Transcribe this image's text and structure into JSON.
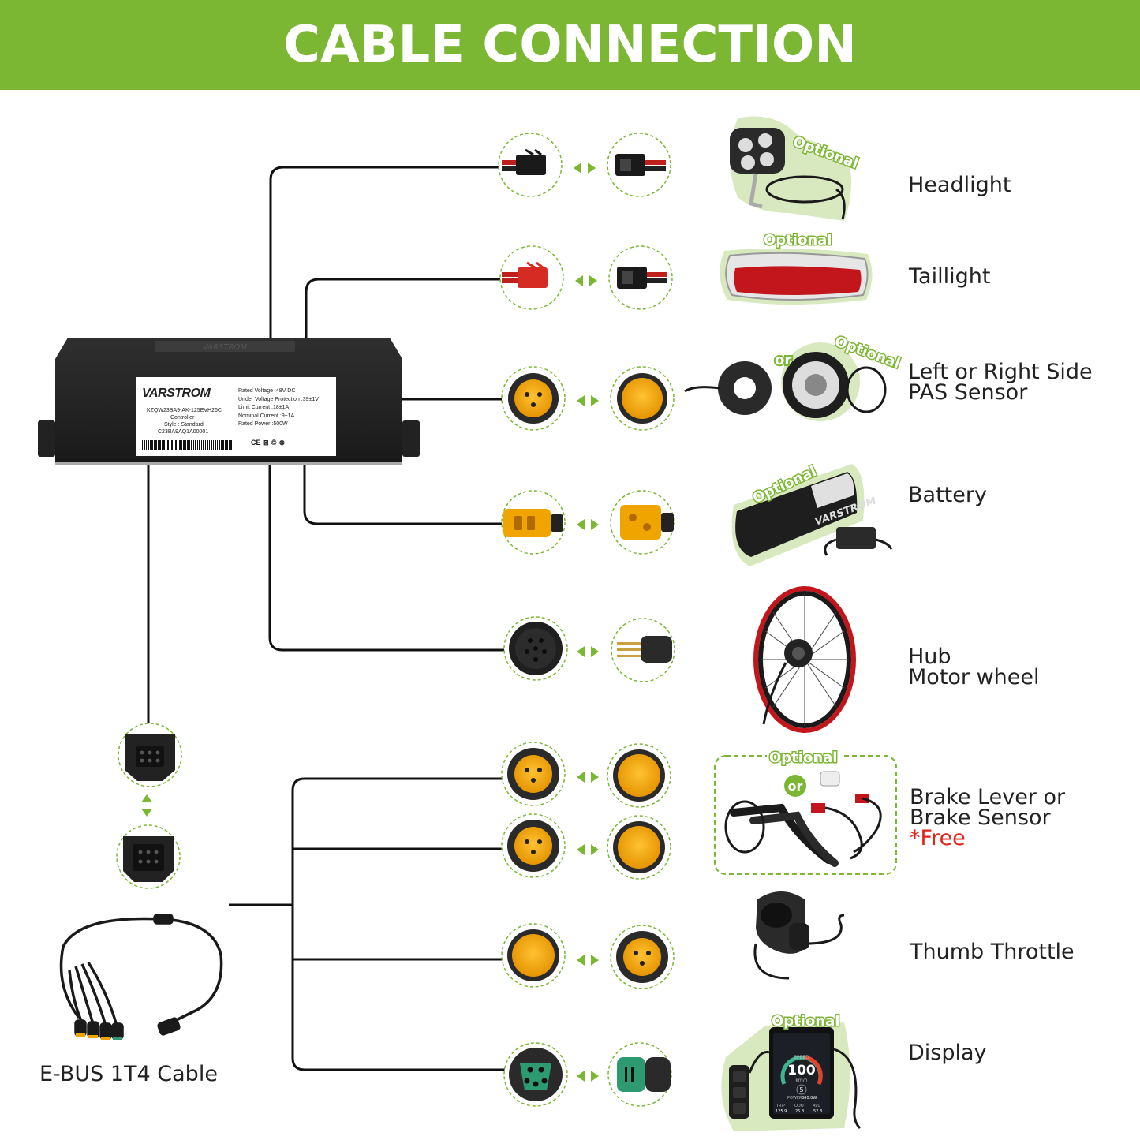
{
  "title": "CABLE CONNECTION",
  "controller": {
    "brand": "VARSTROM",
    "model": "KZQW23BA9-AK-125EVH26C",
    "type": "Controller",
    "style": "Style : Standard",
    "serial": "C23BA9AQ1A00001",
    "specs": [
      "Rated Voltage :48V DC",
      "Under Voltage Protection :39±1V",
      "Limit Current :18±1A",
      "Nominal Current :9±1A",
      "Rated Power :500W"
    ],
    "marks": "CE ⊠ ♲ ⊗",
    "top_text": "VARSTROM"
  },
  "components": [
    {
      "label_lines": [
        "Headlight"
      ],
      "badge": "Optional"
    },
    {
      "label_lines": [
        "Taillight"
      ],
      "badge": "Optional"
    },
    {
      "label_lines": [
        "Left or Right Side",
        "PAS Sensor"
      ],
      "badge": "Optional",
      "or": "or"
    },
    {
      "label_lines": [
        "Battery"
      ],
      "badge": "Optional",
      "battery_brand": "VARSTROM"
    },
    {
      "label_lines": [
        "Hub",
        "Motor wheel"
      ]
    },
    {
      "label_lines": [
        "Brake Lever or",
        "Brake Sensor"
      ],
      "note": "*Free",
      "badge": "Optional",
      "or": "or"
    },
    {
      "label_lines": [
        "Thumb Throttle"
      ]
    },
    {
      "label_lines": [
        "Display"
      ],
      "badge": "Optional",
      "display": {
        "speed_label": "SPEED",
        "speed": "100",
        "unit": "km/h",
        "gear": "5",
        "power_label": "POWER",
        "power": "300.0W",
        "trip_label": "TRIP",
        "trip": "125.9",
        "odo_label": "ODO",
        "odo": "25.3",
        "avg_label": "AVG",
        "avg": "52.8"
      }
    }
  ],
  "cable_label": "E-BUS 1T4 Cable",
  "colors": {
    "header_green": "#7cb733",
    "connector_yellow": "#f0a400",
    "dashed_green": "#7cb733",
    "arrow_green": "#7cb733"
  }
}
